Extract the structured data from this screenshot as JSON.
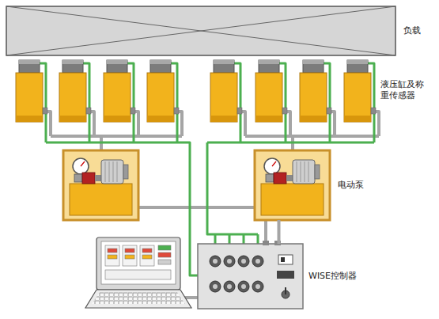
{
  "diagram": {
    "nodes": [
      {
        "text": [
          "负载"
        ]
      },
      {
        "text": [
          "电动泵"
        ]
      },
      {
        "text": [
          "WISE控制器"
        ]
      }
    ],
    "edges": [
      {
        "from": 1,
        "to": 2,
        "arrow": "none"
      }
    ],
    "labels": [
      "液压缸及称重传感器"
    ]
  }
}
